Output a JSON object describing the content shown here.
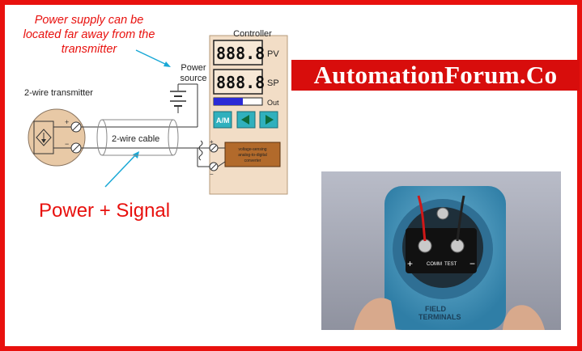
{
  "diagram": {
    "annotation": "Power supply can be located far away from the transmitter",
    "transmitter_label": "2-wire transmitter",
    "cable_label": "2-wire cable",
    "power_source_label": "Power source",
    "controller_label": "Controller",
    "display_pv_value": "888.8",
    "display_pv_label": "PV",
    "display_sp_value": "888.8",
    "display_sp_label": "SP",
    "out_label": "Out",
    "out_level": 0.6,
    "am_button": "A/M",
    "converter_text": [
      "voltage-sensing",
      "analog-to-digital",
      "converter"
    ],
    "power_signal_label": "Power + Signal",
    "plus_sign": "+",
    "minus_sign": "−"
  },
  "banner": {
    "text": "AutomationForum.Co"
  },
  "photo": {
    "plus_sign": "+",
    "minus_sign": "−",
    "comm_label": "COMM",
    "test_label": "TEST",
    "field_text": "FIELD",
    "terminals_text": "TERMINALS"
  },
  "colors": {
    "accent_red": "#e8110e",
    "controller_panel": "#f2ddc6",
    "out_bar": "#2b2bd6",
    "nav_button": "#30b0bd",
    "arrow_cyan": "#19a8d6",
    "transmitter_body": "#e8c9a6",
    "device_blue": "#3f93bb"
  }
}
